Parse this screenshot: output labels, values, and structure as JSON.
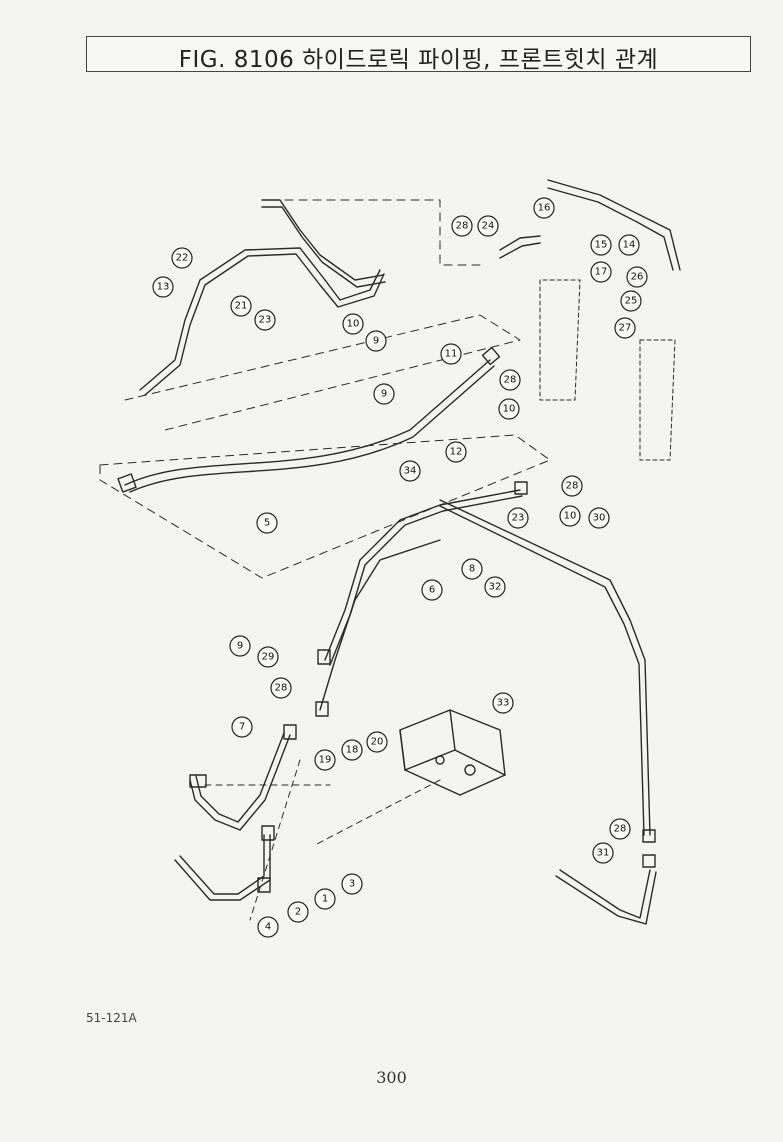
{
  "header": {
    "title": "FIG. 8106 하이드로릭 파이핑, 프론트힛치 관계"
  },
  "footer": {
    "ref_code": "51-121A",
    "page_number": "300"
  },
  "callouts": [
    "1",
    "2",
    "3",
    "4",
    "5",
    "6",
    "7",
    "8",
    "9",
    "9",
    "9",
    "10",
    "10",
    "10",
    "11",
    "12",
    "13",
    "14",
    "15",
    "16",
    "17",
    "18",
    "19",
    "20",
    "21",
    "22",
    "23",
    "23",
    "24",
    "25",
    "26",
    "27",
    "28",
    "28",
    "28",
    "28",
    "28",
    "29",
    "30",
    "31",
    "32",
    "33",
    "34"
  ],
  "colors": {
    "line": "#2a2a2a",
    "paper": "#f4f4f2"
  }
}
